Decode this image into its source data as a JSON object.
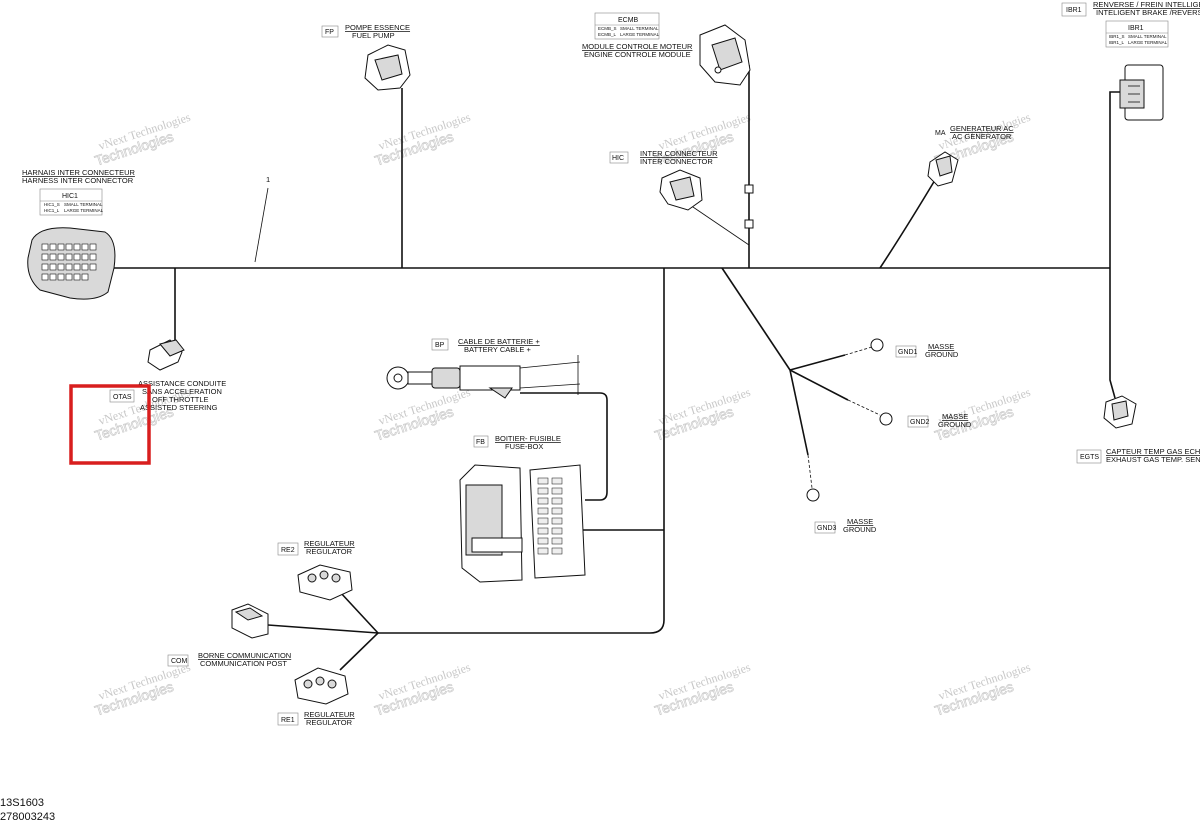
{
  "watermark": {
    "line1": "vNext Technologies",
    "line2": "Technologies"
  },
  "labels": {
    "fp": {
      "code": "FP",
      "fr": "POMPE ESSENCE",
      "en": "FUEL PUMP"
    },
    "ecmb": {
      "code": "ECMB",
      "fr": "MODULE CONTROLE MOTEUR",
      "en": "ENGINE CONTROLE MODULE",
      "rows": [
        [
          "ECMB_S",
          "SMALL TERMINAL"
        ],
        [
          "ECMB_L",
          "LARGE TERMINAL"
        ]
      ]
    },
    "ibr1": {
      "code": "IBR1",
      "fr": "RENVERSE / FREIN INTELLIGENT",
      "en": "INTELIGENT BRAKE /REVERSE",
      "rows": [
        [
          "IBR1_S",
          "SMALL TERMINAL"
        ],
        [
          "IBR1_L",
          "LARGE TERMINAL"
        ]
      ]
    },
    "hic1": {
      "code": "HIC1",
      "fr": "HARNAIS INTER CONNECTEUR",
      "en": "HARNESS INTER CONNECTOR",
      "rows": [
        [
          "HIC1_S",
          "SMALL TERMINAL"
        ],
        [
          "HIC1_L",
          "LARGE TERMINAL"
        ]
      ]
    },
    "hic": {
      "code": "HIC",
      "fr": "INTER CONNECTEUR",
      "en": "INTER CONNECTOR"
    },
    "ma": {
      "code": "MA",
      "fr": "GENERATEUR AC",
      "en": "AC GENERATOR"
    },
    "otas": {
      "code": "OTAS",
      "fr1": "ASSISTANCE CONDUITE",
      "fr2": "SANS ACCELERATION",
      "en1": "OFF THROTTLE",
      "en2": "ASSISTED STEERING"
    },
    "bp": {
      "code": "BP",
      "fr": "CABLE DE BATTERIE +",
      "en": "BATTERY CABLE +"
    },
    "fb": {
      "code": "FB",
      "fr": "BOITIER- FUSIBLE",
      "en": "FUSE-BOX"
    },
    "gnd1": {
      "code": "GND1",
      "fr": "MASSE",
      "en": "GROUND"
    },
    "gnd2": {
      "code": "GND2",
      "fr": "MASSE",
      "en": "GROUND"
    },
    "gnd3": {
      "code": "GND3",
      "fr": "MASSE",
      "en": "GROUND"
    },
    "egts": {
      "code": "EGTS",
      "fr": "CAPTEUR TEMP GAS ECHAP",
      "en": "EXHAUST GAS TEMP. SENSOR"
    },
    "re2": {
      "code": "RE2",
      "fr": "REGULATEUR",
      "en": "REGULATOR"
    },
    "re1": {
      "code": "RE1",
      "fr": "REGULATEUR",
      "en": "REGULATOR"
    },
    "com": {
      "code": "COM",
      "fr": "BORNE COMMUNICATION",
      "en": "COMMUNICATION POST"
    },
    "callout": "1"
  },
  "footer": {
    "drawing_no": "13S1603",
    "part_no": "278003243"
  },
  "colors": {
    "wire": "#111111",
    "highlight": "#d81e1e",
    "watermark": "#9a9a9a"
  }
}
